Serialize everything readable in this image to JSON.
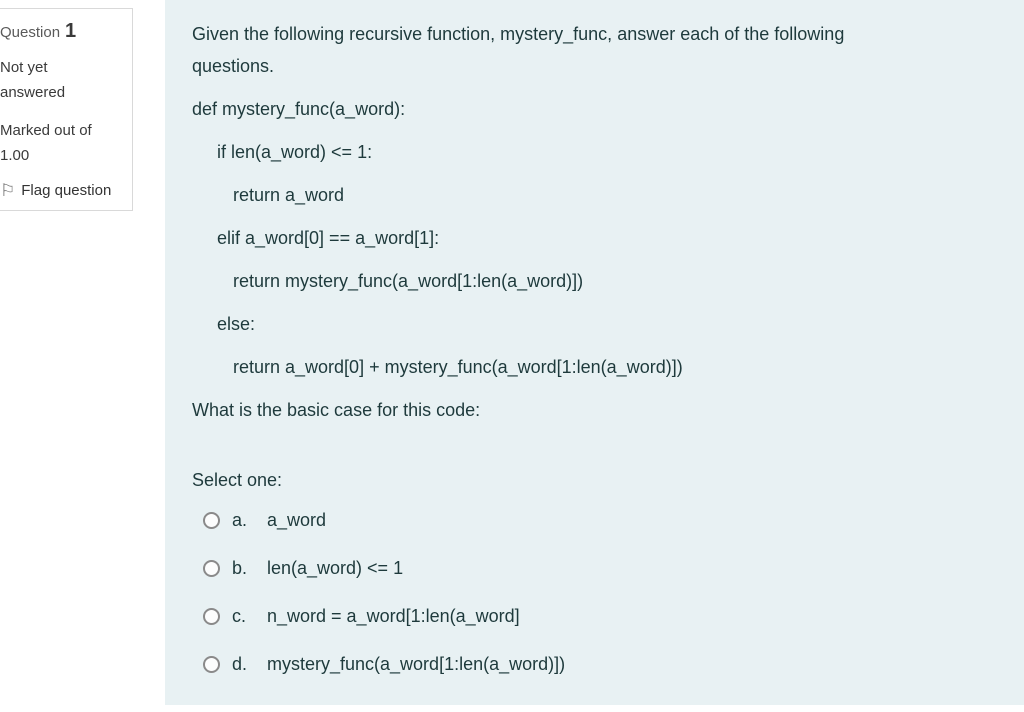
{
  "sidebar": {
    "question_label": "Question",
    "question_number": "1",
    "status_lines": [
      "Not yet",
      "answered"
    ],
    "marked_lines": [
      "Marked out of",
      "1.00"
    ],
    "flag_icon": "⚐",
    "flag_label": "Flag question"
  },
  "main": {
    "intro_lines": [
      "Given the following recursive function, mystery_func, answer each of the following",
      "questions."
    ],
    "code_lines": [
      {
        "indent": 0,
        "text": "def mystery_func(a_word):"
      },
      {
        "indent": 1,
        "text": "if len(a_word) <= 1:"
      },
      {
        "indent": 2,
        "text": "return a_word"
      },
      {
        "indent": 1,
        "text": "elif a_word[0] == a_word[1]:"
      },
      {
        "indent": 2,
        "text": "return mystery_func(a_word[1:len(a_word)])"
      },
      {
        "indent": 1,
        "text": "else:"
      },
      {
        "indent": 2,
        "text": "return a_word[0] + mystery_func(a_word[1:len(a_word)])"
      }
    ],
    "prompt": "What is the basic case for this code:",
    "select_label": "Select one:",
    "options": [
      {
        "letter": "a.",
        "text": "a_word"
      },
      {
        "letter": "b.",
        "text": "len(a_word) <= 1"
      },
      {
        "letter": "c.",
        "text": "n_word = a_word[1:len(a_word]"
      },
      {
        "letter": "d.",
        "text": "mystery_func(a_word[1:len(a_word)])"
      }
    ]
  },
  "colors": {
    "panel_bg": "#e8f1f3",
    "panel_text": "#1e3a3c",
    "box_border": "#d9d9d9",
    "sidebar_label": "#5a5a5a",
    "sidebar_text": "#3a3a3a",
    "radio_border": "#8a8a8a"
  }
}
